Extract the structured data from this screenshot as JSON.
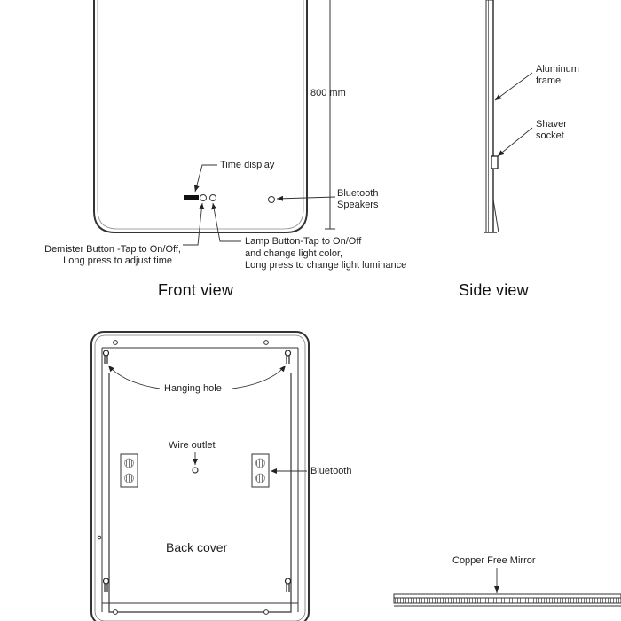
{
  "front_view": {
    "title": "Front view",
    "dimension": "800 mm",
    "time_display": "Time display",
    "bluetooth_line1": "Bluetooth",
    "bluetooth_line2": "Speakers",
    "demister_line1": "Demister Button -Tap to On/Off,",
    "demister_line2": "Long press to adjust time",
    "lamp_line1": "Lamp Button-Tap to On/Off",
    "lamp_line2": "and change light color,",
    "lamp_line3": "Long press to change light luminance"
  },
  "side_view": {
    "title": "Side view",
    "frame_line1": "Aluminum",
    "frame_line2": "frame",
    "socket_line1": "Shaver",
    "socket_line2": "socket"
  },
  "back_view": {
    "hanging_hole": "Hanging hole",
    "wire_outlet": "Wire outlet",
    "bluetooth": "Bluetooth",
    "back_cover": "Back cover"
  },
  "section": {
    "mirror": "Copper Free Mirror"
  }
}
